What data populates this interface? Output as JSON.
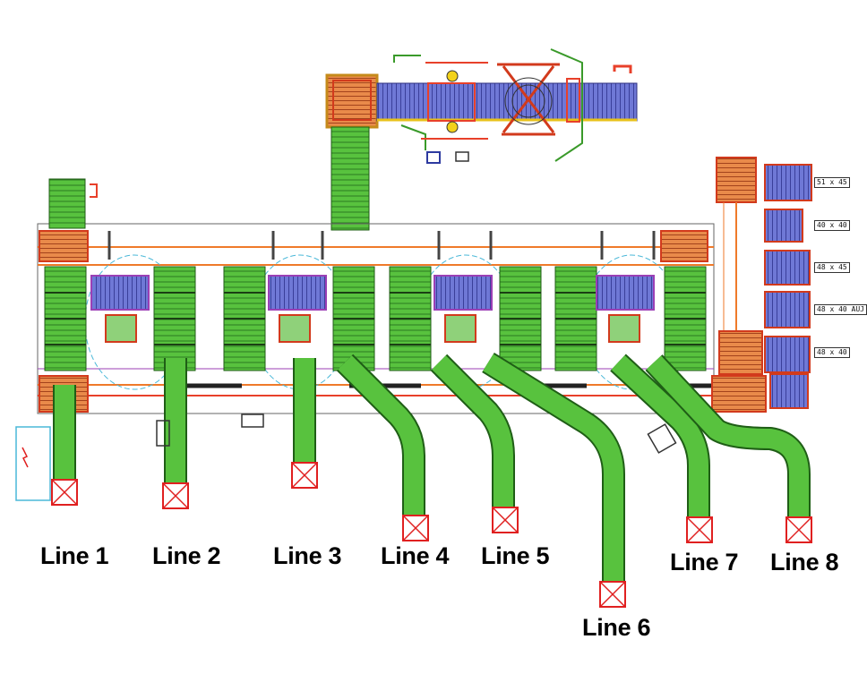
{
  "lines": [
    {
      "label": "Line 1"
    },
    {
      "label": "Line 2"
    },
    {
      "label": "Line 3"
    },
    {
      "label": "Line 4"
    },
    {
      "label": "Line 5"
    },
    {
      "label": "Line 6"
    },
    {
      "label": "Line 7"
    },
    {
      "label": "Line 8"
    }
  ],
  "pallet_sizes": [
    {
      "label": "51 x 45"
    },
    {
      "label": "40 x 40"
    },
    {
      "label": "48 x 45"
    },
    {
      "label": "48 x 40 AUJ"
    },
    {
      "label": "48 x 40"
    }
  ],
  "colors": {
    "conveyor_green": "#58c23e",
    "roller_dark": "#1f5e16",
    "frame_red": "#e8402a",
    "rail_orange": "#ef7a2a",
    "transfer_blue": "#5a64c8",
    "guide_purple": "#9b3fb5",
    "safety_cyan": "#4ab8d8",
    "drop_box_red": "#e02020"
  }
}
